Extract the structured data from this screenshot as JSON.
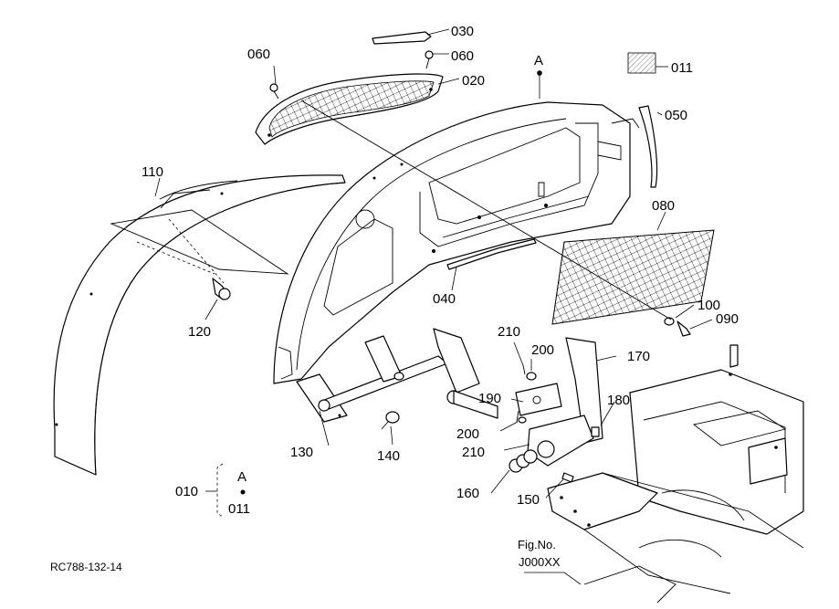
{
  "labels": {
    "p010": "010",
    "p011a": "011",
    "p011b": "011",
    "p020": "020",
    "p030": "030",
    "p040": "040",
    "p050": "050",
    "p060a": "060",
    "p060b": "060",
    "p080": "080",
    "p090": "090",
    "p100": "100",
    "p110": "110",
    "p120": "120",
    "p130": "130",
    "p140": "140",
    "p150": "150",
    "p160": "160",
    "p170": "170",
    "p180": "180",
    "p190": "190",
    "p200a": "200",
    "p200b": "200",
    "p210a": "210",
    "p210b": "210",
    "refA_top": "A",
    "refA_group": "A"
  },
  "reference": {
    "fig_label": "Fig.No.",
    "fig_number": "J000XX"
  },
  "drawing_code": "RC788-132-14"
}
